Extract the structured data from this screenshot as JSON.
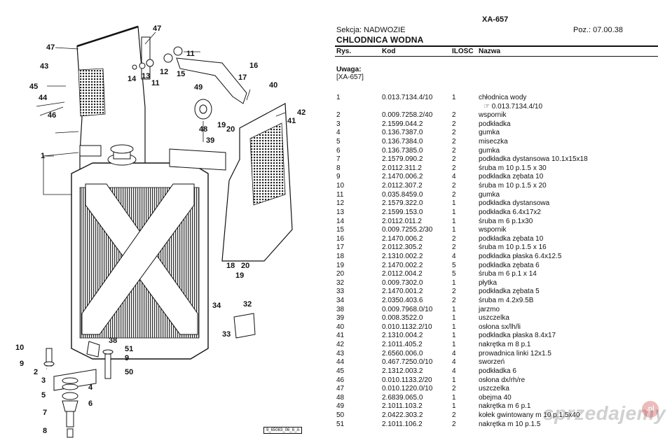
{
  "header": {
    "doc_code": "XA-657",
    "section": "Sekcja: NADWOZIE",
    "position": "Poz.: 07.00.38",
    "title": "CHLODNICA WODNA"
  },
  "columns": {
    "rys": "Rys.",
    "kod": "Kod",
    "ilosc": "ILOSC",
    "nazwa": "Nazwa"
  },
  "note": {
    "label": "Uwaga:",
    "value": "[XA-657]"
  },
  "parts": [
    {
      "rys": "1",
      "kod": "0.013.7134.4/10",
      "ilosc": "1",
      "nazwa": "chłodnica wody",
      "sub": "☞ 0.013.7134.4/10"
    },
    {
      "rys": "2",
      "kod": "0.009.7258.2/40",
      "ilosc": "2",
      "nazwa": "wspornik"
    },
    {
      "rys": "3",
      "kod": "2.1599.044.2",
      "ilosc": "2",
      "nazwa": "podkładka"
    },
    {
      "rys": "4",
      "kod": "0.136.7387.0",
      "ilosc": "2",
      "nazwa": "gumka"
    },
    {
      "rys": "5",
      "kod": "0.136.7384.0",
      "ilosc": "2",
      "nazwa": "miseczka"
    },
    {
      "rys": "6",
      "kod": "0.136.7385.0",
      "ilosc": "2",
      "nazwa": "gumka"
    },
    {
      "rys": "7",
      "kod": "2.1579.090.2",
      "ilosc": "2",
      "nazwa": "podkładka dystansowa 10.1x15x18"
    },
    {
      "rys": "8",
      "kod": "2.0112.311.2",
      "ilosc": "2",
      "nazwa": "śruba m 10 p.1.5 x 30"
    },
    {
      "rys": "9",
      "kod": "2.1470.006.2",
      "ilosc": "4",
      "nazwa": "podkładka zębata 10"
    },
    {
      "rys": "10",
      "kod": "2.0112.307.2",
      "ilosc": "2",
      "nazwa": "śruba m 10 p.1.5 x 20"
    },
    {
      "rys": "11",
      "kod": "0.035.8459.0",
      "ilosc": "2",
      "nazwa": "gumka"
    },
    {
      "rys": "12",
      "kod": "2.1579.322.0",
      "ilosc": "1",
      "nazwa": "podkładka dystansowa"
    },
    {
      "rys": "13",
      "kod": "2.1599.153.0",
      "ilosc": "1",
      "nazwa": "podkładka 6.4x17x2"
    },
    {
      "rys": "14",
      "kod": "2.0112.011.2",
      "ilosc": "1",
      "nazwa": "śruba m 6 p.1x30"
    },
    {
      "rys": "15",
      "kod": "0.009.7255.2/30",
      "ilosc": "1",
      "nazwa": "wspornik"
    },
    {
      "rys": "16",
      "kod": "2.1470.006.2",
      "ilosc": "2",
      "nazwa": "podkładka zębata 10"
    },
    {
      "rys": "17",
      "kod": "2.0112.305.2",
      "ilosc": "2",
      "nazwa": "śruba m 10 p.1.5 x 16"
    },
    {
      "rys": "18",
      "kod": "2.1310.002.2",
      "ilosc": "4",
      "nazwa": "podkładka płaska 6.4x12.5"
    },
    {
      "rys": "19",
      "kod": "2.1470.002.2",
      "ilosc": "5",
      "nazwa": "podkładka zębata 6"
    },
    {
      "rys": "20",
      "kod": "2.0112.004.2",
      "ilosc": "5",
      "nazwa": "śruba m 6 p.1 x 14"
    },
    {
      "rys": "32",
      "kod": "0.009.7302.0",
      "ilosc": "1",
      "nazwa": "płytka"
    },
    {
      "rys": "33",
      "kod": "2.1470.001.2",
      "ilosc": "2",
      "nazwa": "podkładka zębata 5"
    },
    {
      "rys": "34",
      "kod": "2.0350.403.6",
      "ilosc": "2",
      "nazwa": "śruba m 4.2x9.5B"
    },
    {
      "rys": "38",
      "kod": "0.009.7968.0/10",
      "ilosc": "1",
      "nazwa": "jarzmo"
    },
    {
      "rys": "39",
      "kod": "0.008.3522.0",
      "ilosc": "1",
      "nazwa": "uszczelka"
    },
    {
      "rys": "40",
      "kod": "0.010.1132.2/10",
      "ilosc": "1",
      "nazwa": "osłona sx/lh/li"
    },
    {
      "rys": "41",
      "kod": "2.1310.004.2",
      "ilosc": "1",
      "nazwa": "podkładka płaska 8.4x17"
    },
    {
      "rys": "42",
      "kod": "2.1011.405.2",
      "ilosc": "1",
      "nazwa": "nakrętka m 8 p.1"
    },
    {
      "rys": "43",
      "kod": "2.6560.006.0",
      "ilosc": "4",
      "nazwa": "prowadnica linki 12x1.5"
    },
    {
      "rys": "44",
      "kod": "0.467.7250.0/10",
      "ilosc": "4",
      "nazwa": "sworzeń"
    },
    {
      "rys": "45",
      "kod": "2.1312.003.2",
      "ilosc": "4",
      "nazwa": "podkładka 6"
    },
    {
      "rys": "46",
      "kod": "0.010.1133.2/20",
      "ilosc": "1",
      "nazwa": "osłona dx/rh/re"
    },
    {
      "rys": "47",
      "kod": "0.010.1220.0/10",
      "ilosc": "2",
      "nazwa": "uszczelka"
    },
    {
      "rys": "48",
      "kod": "2.6839.065.0",
      "ilosc": "1",
      "nazwa": "obejma 40"
    },
    {
      "rys": "49",
      "kod": "2.1011.103.2",
      "ilosc": "1",
      "nazwa": "nakrętka m 6 p.1"
    },
    {
      "rys": "50",
      "kod": "2.0422.303.2",
      "ilosc": "2",
      "nazwa": "kołek gwintowany m 10 p.1.5x40"
    },
    {
      "rys": "51",
      "kod": "2.1011.106.2",
      "ilosc": "2",
      "nazwa": "nakrętka m 10 p.1.5"
    }
  ],
  "diagram": {
    "figure_id": "9_65083_06_6_A",
    "callouts": [
      "47",
      "47",
      "11",
      "12",
      "15",
      "13",
      "11",
      "14",
      "43",
      "45",
      "44",
      "46",
      "17",
      "16",
      "49",
      "40",
      "48",
      "19",
      "20",
      "41",
      "42",
      "39",
      "1",
      "18",
      "20",
      "19",
      "34",
      "32",
      "33",
      "38",
      "51",
      "9",
      "50",
      "10",
      "9",
      "2",
      "3",
      "4",
      "5",
      "6",
      "7",
      "8"
    ]
  },
  "watermark": {
    "text": "sprzedajemy",
    "badge": ".pl"
  }
}
